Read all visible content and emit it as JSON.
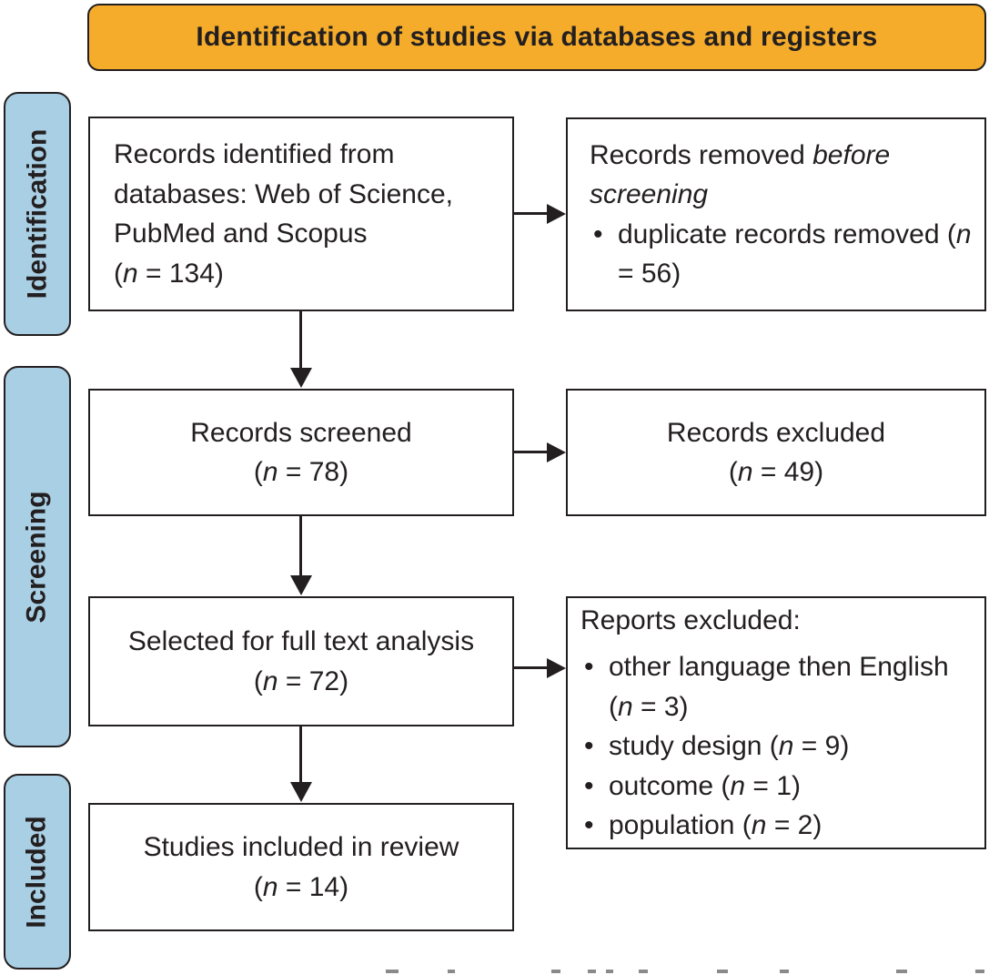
{
  "header": {
    "title": "Identification of studies via databases and registers",
    "bg_color": "#F5AC2B"
  },
  "sidebar": {
    "bg_color": "#A9CFE4",
    "stages": [
      "Identification",
      "Screening",
      "Included"
    ]
  },
  "boxes": {
    "records_identified": {
      "text": "Records identified from\ndatabases: Web of Science,\nPubMed and Scopus\n(n = 134)"
    },
    "records_removed": {
      "title_regular": "Records removed ",
      "title_italic": "before screening",
      "bullets": [
        "duplicate records removed (n = 56)"
      ]
    },
    "records_screened": {
      "text": "Records screened\n(n = 78)"
    },
    "records_excluded": {
      "text": "Records excluded\n(n = 49)"
    },
    "full_text_analysis": {
      "text": "Selected for full text analysis\n(n = 72)"
    },
    "reports_excluded": {
      "title": "Reports excluded:",
      "bullets": [
        "other language then English (n = 3)",
        "study design (n = 9)",
        "outcome (n = 1)",
        "population (n = 2)"
      ]
    },
    "studies_included": {
      "text": "Studies included in review\n(n = 14)"
    }
  },
  "colors": {
    "line": "#231F20",
    "text": "#231F20"
  }
}
